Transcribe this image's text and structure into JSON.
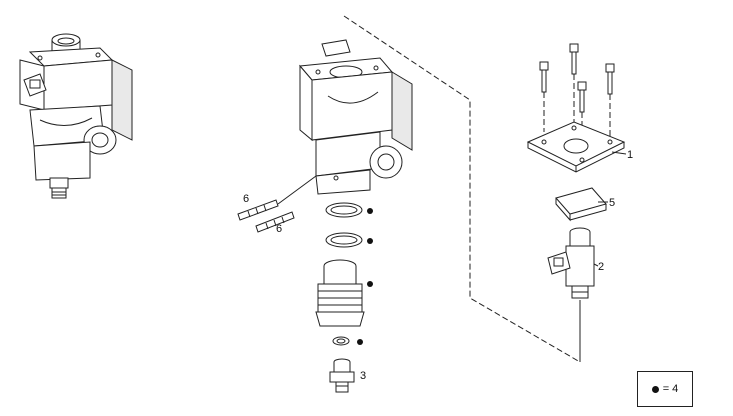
{
  "callouts": {
    "c1": "1",
    "c2": "2",
    "c3": "3",
    "c5": "5",
    "c6a": "6",
    "c6b": "6"
  },
  "legend": {
    "text": "= 4"
  },
  "colors": {
    "line": "#222222",
    "background": "#ffffff",
    "shade": "#e9e9e9"
  }
}
